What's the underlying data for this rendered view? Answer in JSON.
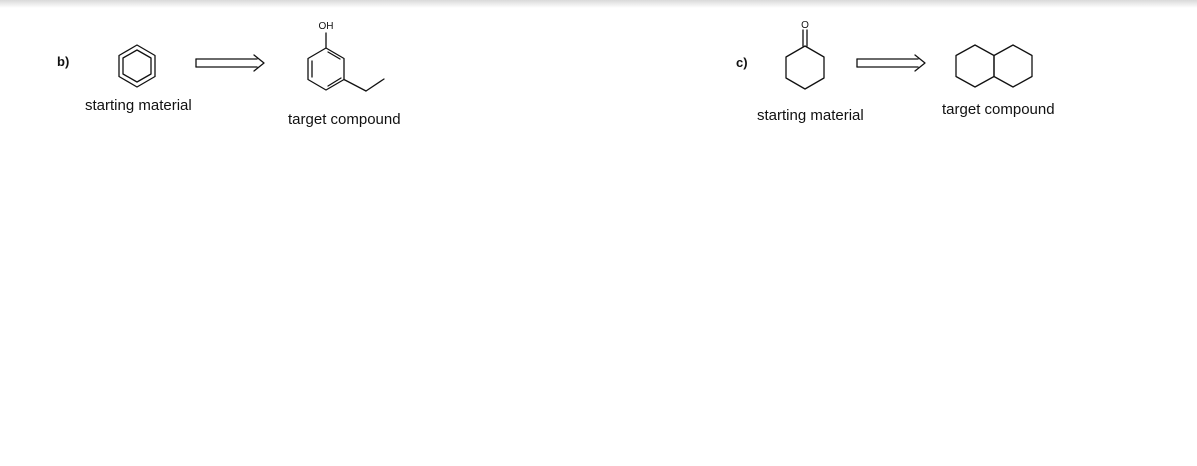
{
  "parts": [
    {
      "label": "b)",
      "starting_caption": "starting material",
      "target_caption": "target compound",
      "target_substituent_label": "OH",
      "starting_structure": "benzene",
      "target_structure": "3-ethylphenol"
    },
    {
      "label": "c)",
      "starting_caption": "starting material",
      "target_caption": "target compound",
      "starting_substituent_label": "O",
      "starting_structure": "cyclohexanone",
      "target_structure": "decalin"
    }
  ],
  "arrow_type": "retrosynthetic-double-arrow",
  "colors": {
    "line": "#111111",
    "background": "#ffffff"
  }
}
